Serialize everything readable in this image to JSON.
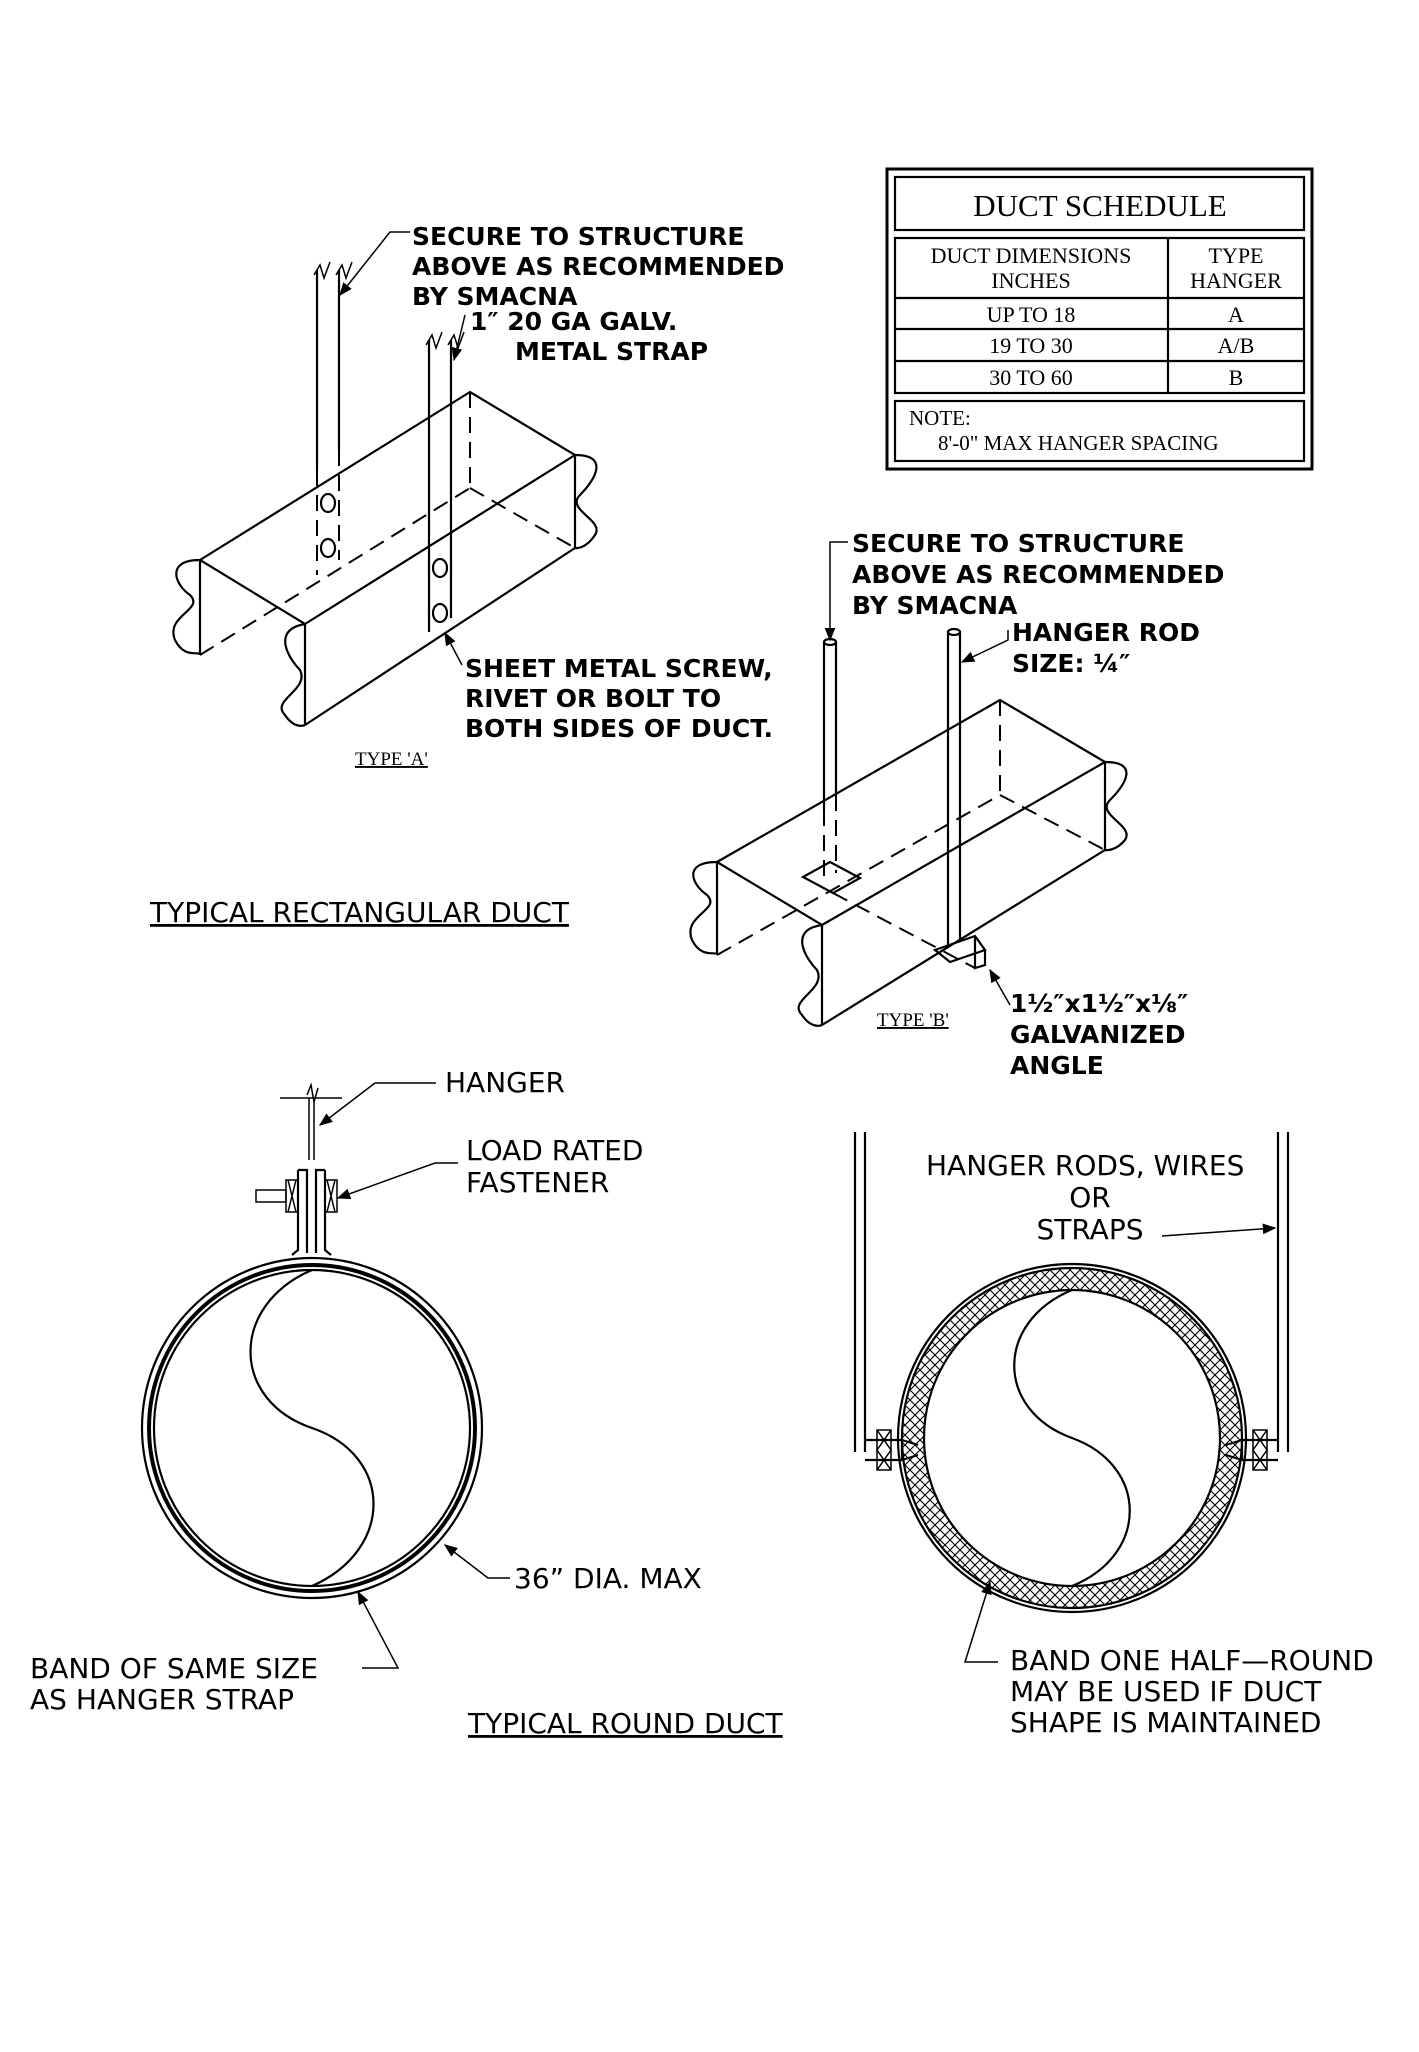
{
  "schedule": {
    "title": "DUCT SCHEDULE",
    "headers": [
      "DUCT DIMENSIONS",
      "INCHES",
      "TYPE",
      "HANGER"
    ],
    "rows": [
      {
        "dims": "UP TO 18",
        "type": "A"
      },
      {
        "dims": "19 TO 30",
        "type": "A/B"
      },
      {
        "dims": "30 TO 60",
        "type": "B"
      }
    ],
    "note_label": "NOTE:",
    "note_text": "8'-0\" MAX HANGER SPACING"
  },
  "type_a": {
    "callout_structure": [
      "SECURE TO STRUCTURE",
      "ABOVE AS RECOMMENDED",
      "BY SMACNA"
    ],
    "callout_strap": [
      "1″ 20 GA GALV.",
      "METAL STRAP"
    ],
    "callout_screw": [
      "SHEET METAL SCREW,",
      "RIVET OR BOLT TO",
      "BOTH SIDES OF DUCT."
    ],
    "label": "TYPE 'A'"
  },
  "type_b": {
    "callout_structure": [
      "SECURE TO STRUCTURE",
      "ABOVE AS RECOMMENDED",
      "BY SMACNA"
    ],
    "callout_rod": [
      "HANGER ROD",
      "SIZE: ¼″"
    ],
    "callout_angle": [
      "1½″x1½″x⅛″",
      "GALVANIZED",
      "ANGLE"
    ],
    "label": "TYPE 'B'"
  },
  "rect_title": "TYPICAL  RECTANGULAR  DUCT",
  "round_left": {
    "hanger": "HANGER",
    "fastener": [
      "LOAD  RATED",
      "FASTENER"
    ],
    "diameter": "36”  DIA.  MAX",
    "band": [
      "BAND  OF  SAME  SIZE",
      "AS  HANGER  STRAP"
    ]
  },
  "round_right": {
    "rods": [
      "HANGER  RODS,  WIRES",
      "OR",
      "STRAPS"
    ],
    "band": [
      "BAND  ONE  HALF—ROUND",
      "MAY  BE  USED  IF  DUCT",
      "SHAPE  IS  MAINTAINED"
    ]
  },
  "round_title": "TYPICAL  ROUND  DUCT"
}
